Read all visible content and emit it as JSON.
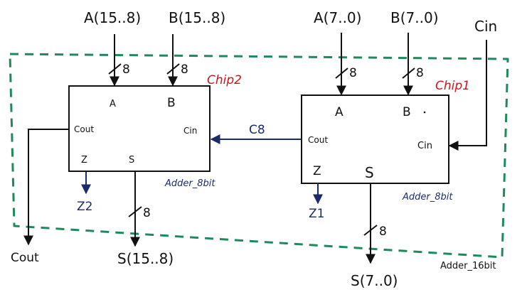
{
  "colors": {
    "ink": "#111111",
    "navy": "#1a2a6b",
    "red": "#c8161d",
    "dashed_boundary": "#1e8a5c"
  },
  "outer_block": {
    "name": "Adder_16bit"
  },
  "top_inputs": {
    "a_high": "A(15..8)",
    "b_high": "B(15..8)",
    "a_low": "A(7..0)",
    "b_low": "B(7..0)",
    "cin": "Cin"
  },
  "chip2": {
    "title": "Chip2",
    "type_label": "Adder_8bit",
    "port_a": "A",
    "port_b": "B",
    "port_cin": "Cin",
    "port_cout": "Cout",
    "port_z": "Z",
    "port_s": "S"
  },
  "chip1": {
    "title": "Chip1",
    "type_label": "Adder_8bit",
    "port_a": "A",
    "port_b": "B",
    "port_cin": "Cin",
    "port_cout": "Cout",
    "port_z": "Z",
    "port_s": "S"
  },
  "bus_widths": {
    "a_high": "8",
    "b_high": "8",
    "a_low": "8",
    "b_low": "8",
    "s_high": "8",
    "s_low": "8"
  },
  "carry_signal": "C8",
  "outputs": {
    "z2": "Z2",
    "z1": "Z1",
    "cout": "Cout",
    "s_high": "S(15..8)",
    "s_low": "S(7..0)"
  }
}
